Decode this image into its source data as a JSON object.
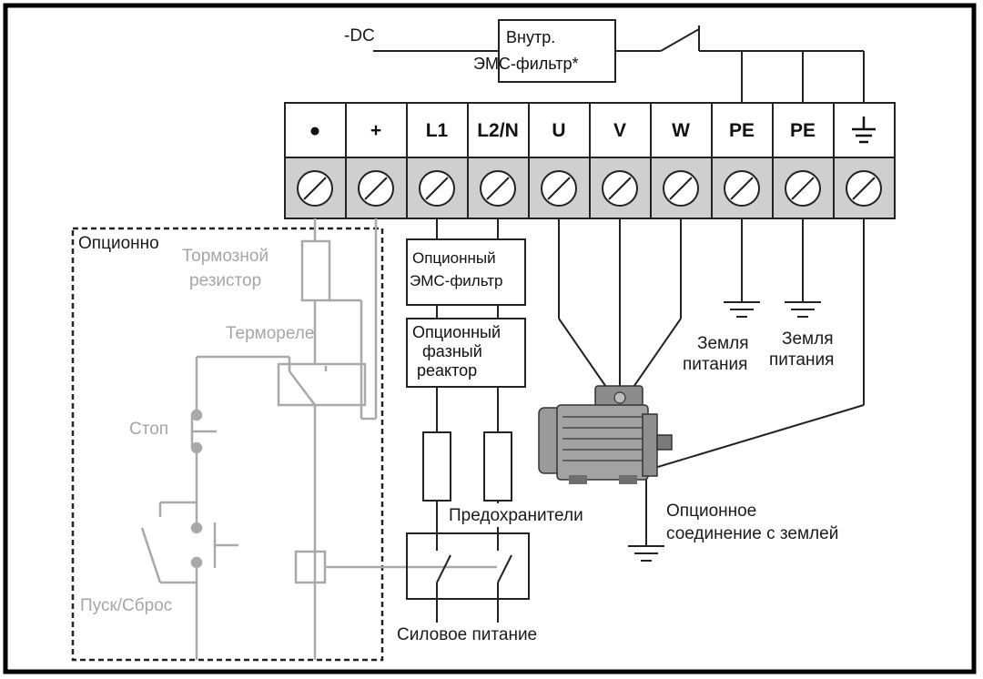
{
  "title_dc": "-DC",
  "internal_emc": {
    "line1": "Внутр.",
    "line2": "ЭМС-фильтр*"
  },
  "terminals": [
    "●",
    "+",
    "L1",
    "L2/N",
    "U",
    "V",
    "W",
    "PE",
    "PE",
    "⏚"
  ],
  "optional_label": "Опционно",
  "brake_resistor": {
    "line1": "Тормозной",
    "line2": "резистор"
  },
  "thermal_relay": "Термореле",
  "stop": "Стоп",
  "start_reset": "Пуск/Сброс",
  "opt_emc_filter": {
    "line1": "Опционный",
    "line2": "ЭМС-фильтр"
  },
  "opt_reactor": {
    "line1": "Опционный",
    "line2": "фазный",
    "line3": "реактор"
  },
  "fuses": "Предохранители",
  "power_supply": "Силовое питание",
  "ground1": {
    "line1": "Земля",
    "line2": "питания"
  },
  "ground2": {
    "line1": "Земля",
    "line2": "питания"
  },
  "opt_ground": {
    "line1": "Опционное",
    "line2": "соединение с землей"
  }
}
